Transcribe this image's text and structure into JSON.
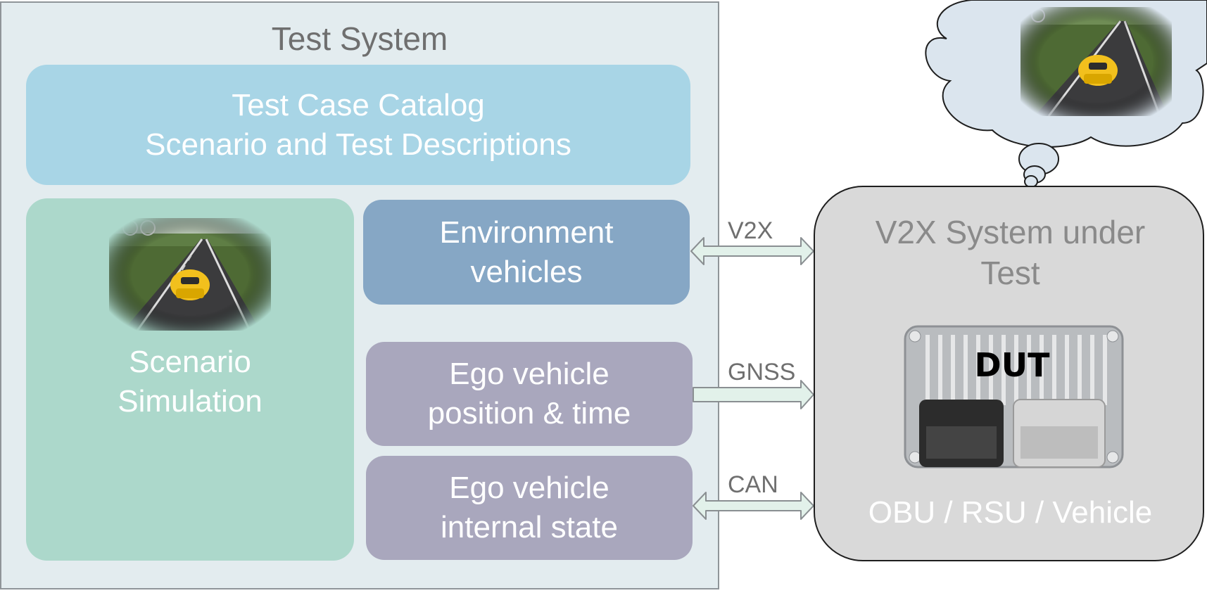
{
  "test_system": {
    "title": "Test System",
    "catalog": {
      "line1": "Test Case Catalog",
      "line2": "Scenario and Test Descriptions"
    },
    "scenario": {
      "line1": "Scenario",
      "line2": "Simulation"
    },
    "environment": {
      "line1": "Environment",
      "line2": "vehicles"
    },
    "ego_position": {
      "line1": "Ego vehicle",
      "line2": "position & time"
    },
    "ego_state": {
      "line1": "Ego vehicle",
      "line2": "internal state"
    }
  },
  "interfaces": {
    "v2x": "V2X",
    "gnss": "GNSS",
    "can": "CAN"
  },
  "system_under_test": {
    "line1": "V2X System under",
    "line2": "Test",
    "dut": "DUT",
    "subtitle": "OBU / RSU / Vehicle"
  },
  "colors": {
    "test_system_bg": "#e3ecef",
    "catalog": "#a8d5e6",
    "scenario": "#acd8cb",
    "environment": "#86a7c5",
    "ego": "#a9a7bd",
    "sut_bg": "#d9d9d9",
    "arrow_fill": "#e2f1ea"
  }
}
